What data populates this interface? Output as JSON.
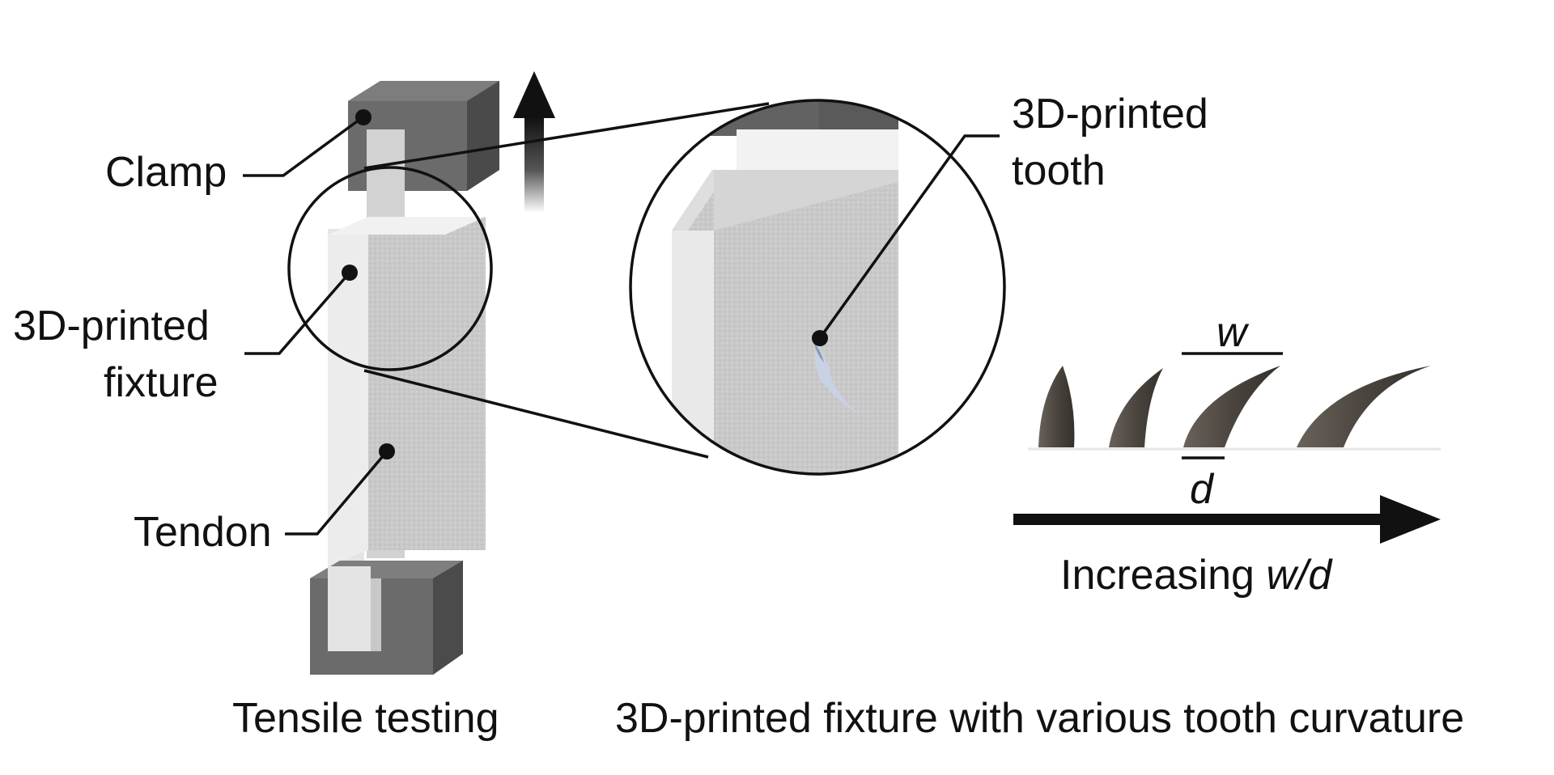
{
  "labels": {
    "clamp": "Clamp",
    "fixture_line1": "3D-printed",
    "fixture_line2": "fixture",
    "tendon": "Tendon",
    "tooth_line1": "3D-printed",
    "tooth_line2": "tooth",
    "w": "w",
    "d": "d",
    "increasing_prefix": "Increasing ",
    "increasing_var": "w/d",
    "caption_left": "Tensile testing",
    "caption_right": "3D-printed fixture with various tooth curvature"
  },
  "colors": {
    "clamp": "#6b6b6b",
    "fixture": "#e6e6e6",
    "tendon": "#d2d2d2",
    "tooth": "#4d463f",
    "ink": "#111111"
  }
}
